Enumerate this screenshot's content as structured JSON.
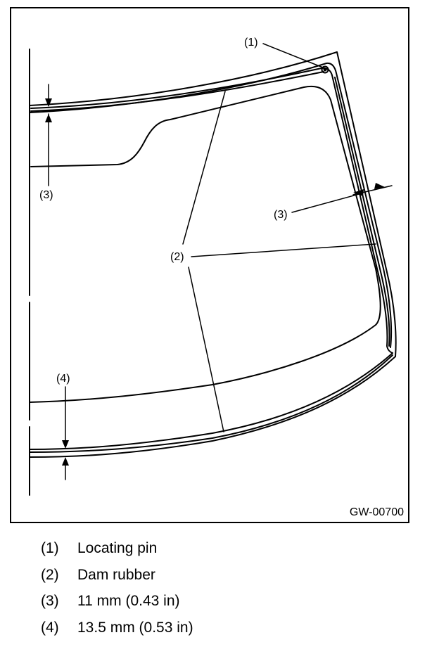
{
  "diagram": {
    "figure_id": "GW-00700",
    "callouts": {
      "c1": "(1)",
      "c2": "(2)",
      "c3_left": "(3)",
      "c3_right": "(3)",
      "c4": "(4)"
    }
  },
  "legend": [
    {
      "num": "(1)",
      "text": "Locating pin"
    },
    {
      "num": "(2)",
      "text": "Dam rubber"
    },
    {
      "num": "(3)",
      "text": "11 mm (0.43 in)"
    },
    {
      "num": "(4)",
      "text": "13.5 mm (0.53 in)"
    }
  ]
}
